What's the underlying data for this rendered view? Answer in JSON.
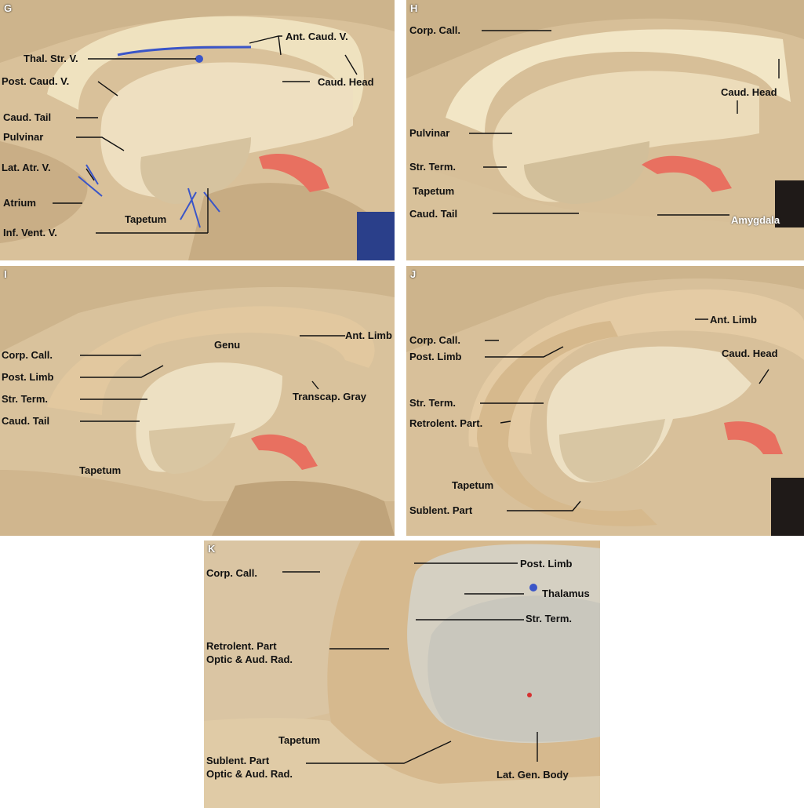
{
  "panels": {
    "g": {
      "letter": "G",
      "labels": {
        "thal_str_v": "Thal. Str. V.",
        "ant_caud_v": "Ant. Caud. V.",
        "post_caud_v": "Post. Caud. V.",
        "caud_head": "Caud. Head",
        "caud_tail": "Caud. Tail",
        "pulvinar": "Pulvinar",
        "lat_atr_v": "Lat. Atr. V.",
        "atrium": "Atrium",
        "tapetum": "Tapetum",
        "inf_vent_v": "Inf. Vent. V."
      }
    },
    "h": {
      "letter": "H",
      "labels": {
        "corp_call": "Corp. Call.",
        "caud_head": "Caud. Head",
        "pulvinar": "Pulvinar",
        "str_term": "Str. Term.",
        "tapetum": "Tapetum",
        "caud_tail": "Caud. Tail",
        "amygdala": "Amygdala"
      }
    },
    "i": {
      "letter": "I",
      "labels": {
        "genu": "Genu",
        "ant_limb": "Ant. Limb",
        "corp_call": "Corp. Call.",
        "post_limb": "Post. Limb",
        "str_term": "Str. Term.",
        "transcap_gray": "Transcap. Gray",
        "caud_tail": "Caud. Tail",
        "tapetum": "Tapetum"
      }
    },
    "j": {
      "letter": "J",
      "labels": {
        "ant_limb": "Ant. Limb",
        "corp_call": "Corp. Call.",
        "post_limb": "Post. Limb",
        "caud_head": "Caud. Head",
        "str_term": "Str. Term.",
        "retrolent_part": "Retrolent. Part.",
        "tapetum": "Tapetum",
        "sublent_part": "Sublent. Part"
      }
    },
    "k": {
      "letter": "K",
      "labels": {
        "corp_call": "Corp. Call.",
        "post_limb": "Post. Limb",
        "thalamus": "Thalamus",
        "str_term": "Str. Term.",
        "retrolent_part": "Retrolent. Part",
        "optic_aud_rad_1": "Optic & Aud. Rad.",
        "tapetum": "Tapetum",
        "sublent_part": "Sublent. Part",
        "optic_aud_rad_2": "Optic & Aud. Rad.",
        "lat_gen_body": "Lat. Gen. Body"
      }
    }
  },
  "colors": {
    "tissue": "#e8d3ae",
    "tissue_shadow": "#b89c73",
    "thalamus": "#ede0c4",
    "artery": "#e87060",
    "vein": "#3a55c8"
  }
}
